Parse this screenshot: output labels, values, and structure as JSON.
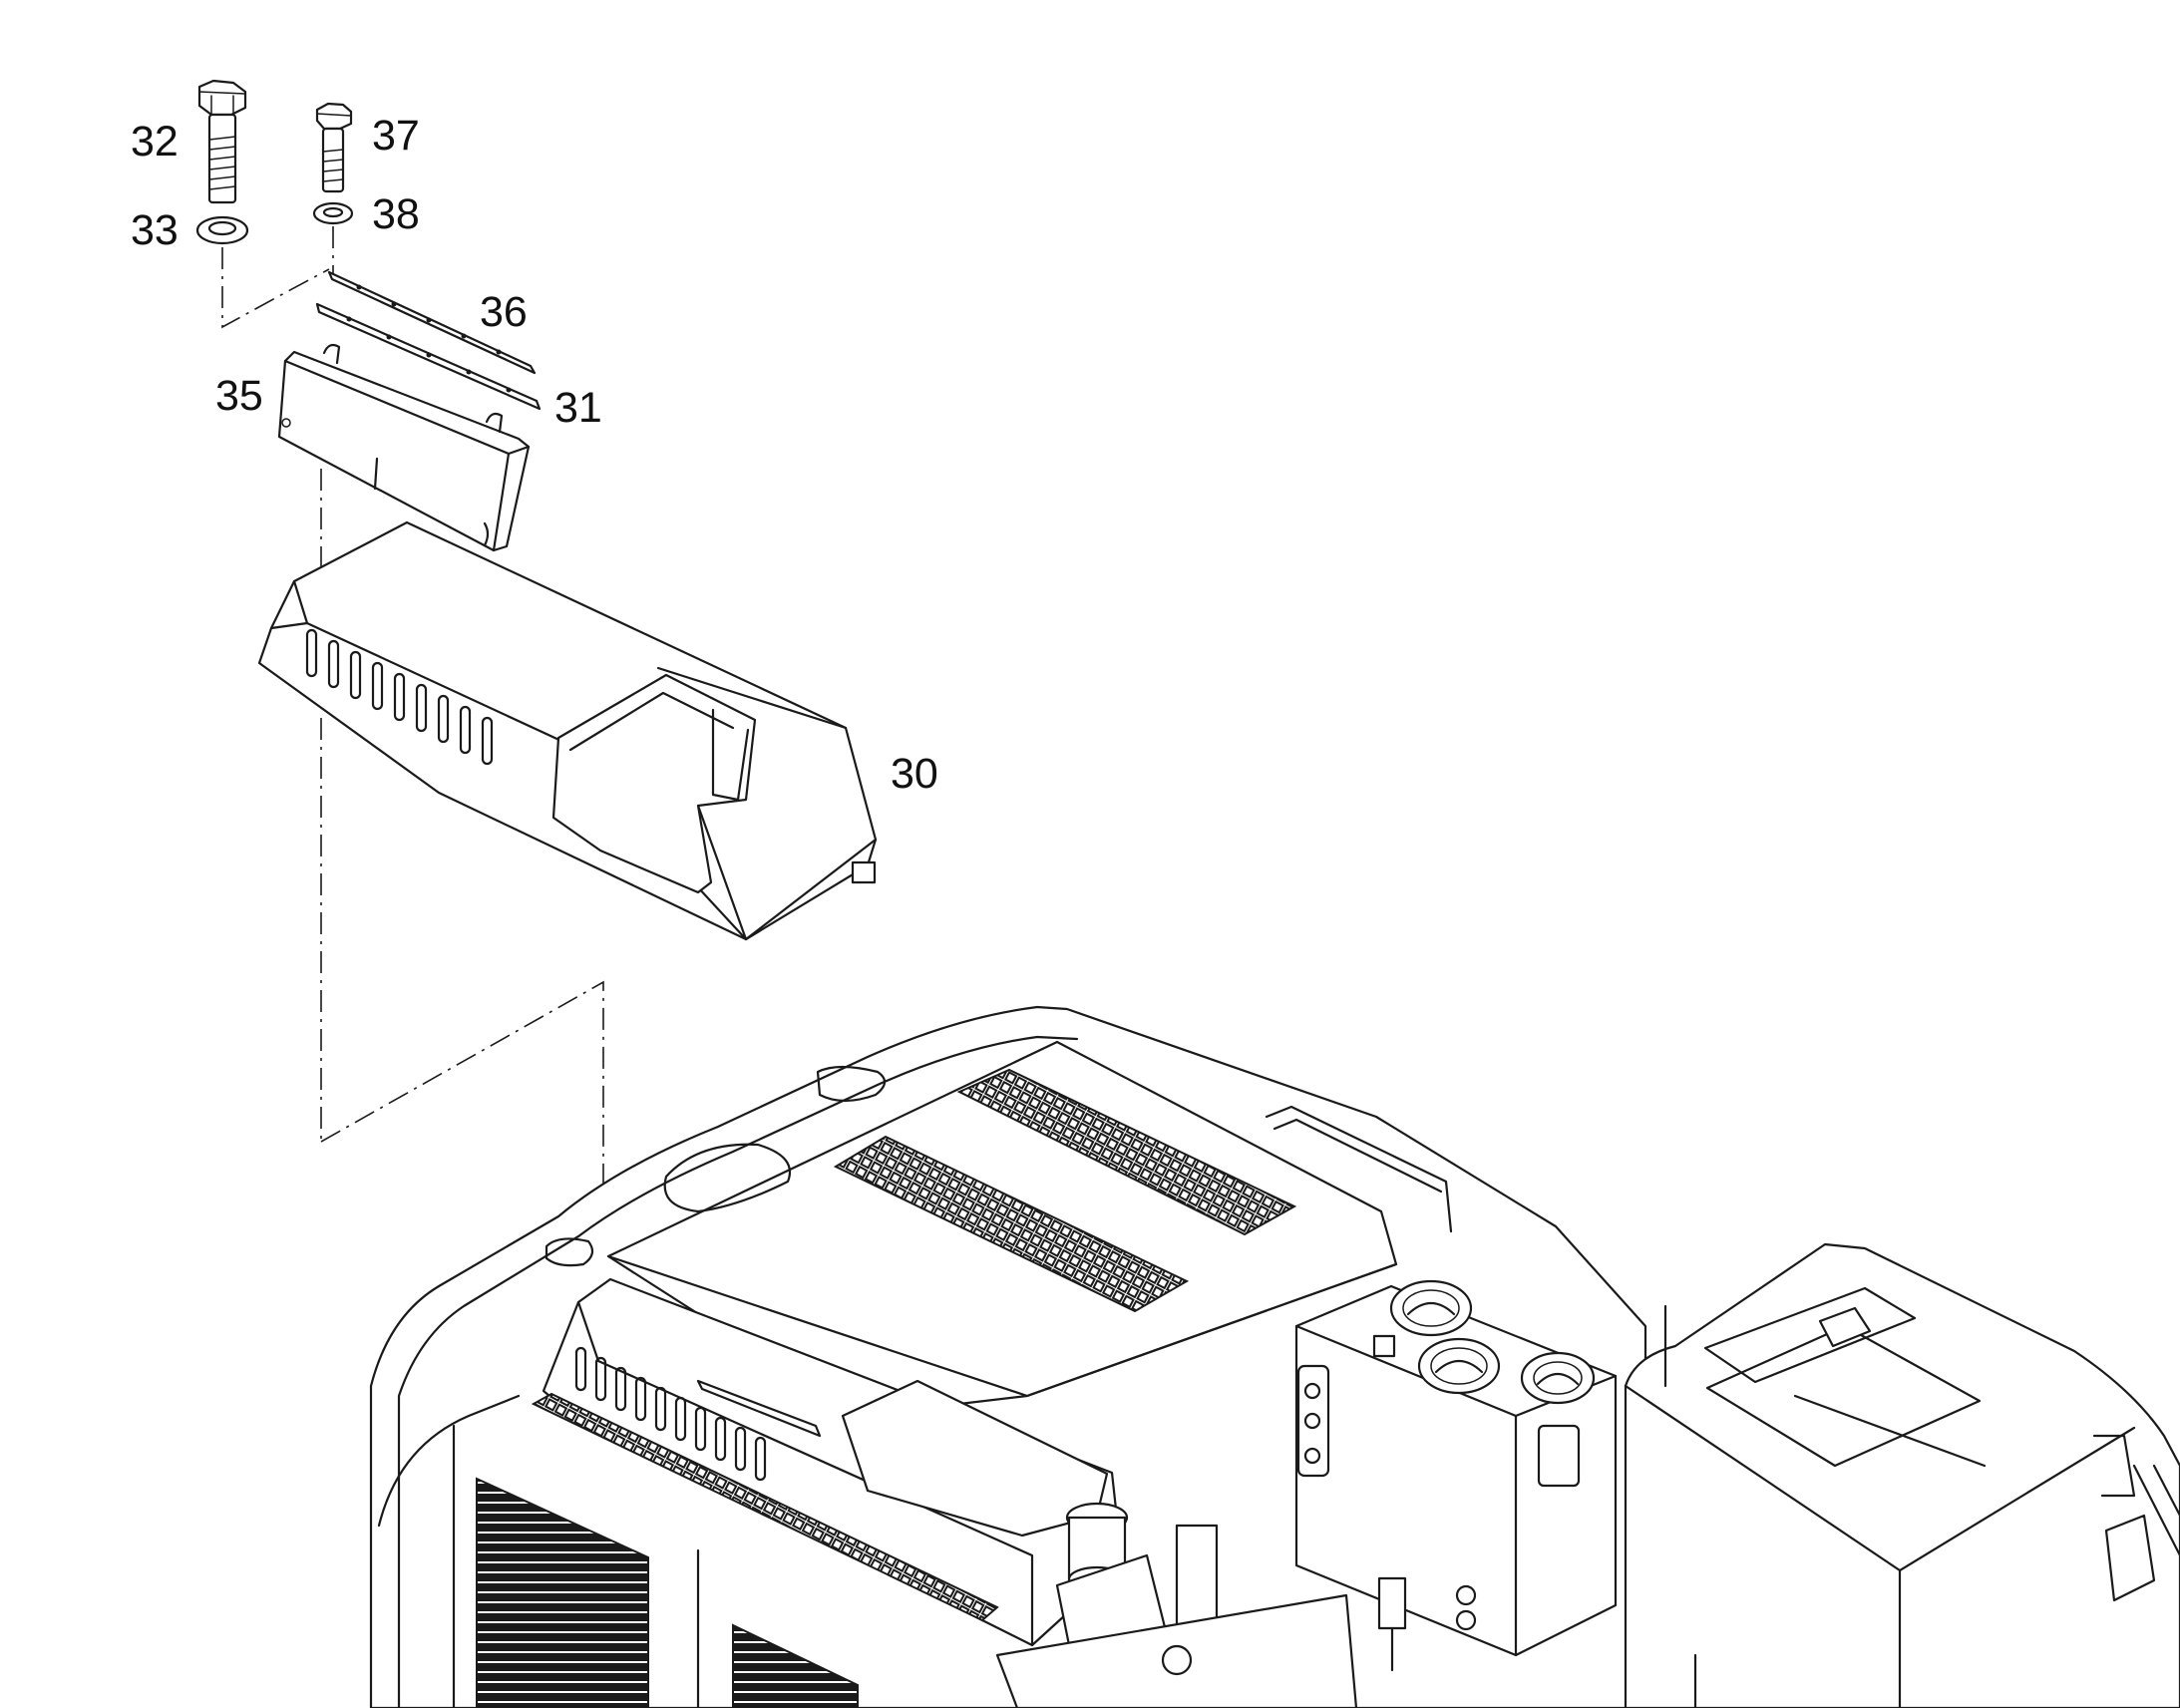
{
  "callouts": {
    "c30": "30",
    "c31": "31",
    "c32": "32",
    "c33": "33",
    "c35": "35",
    "c36": "36",
    "c37": "37",
    "c38": "38"
  }
}
